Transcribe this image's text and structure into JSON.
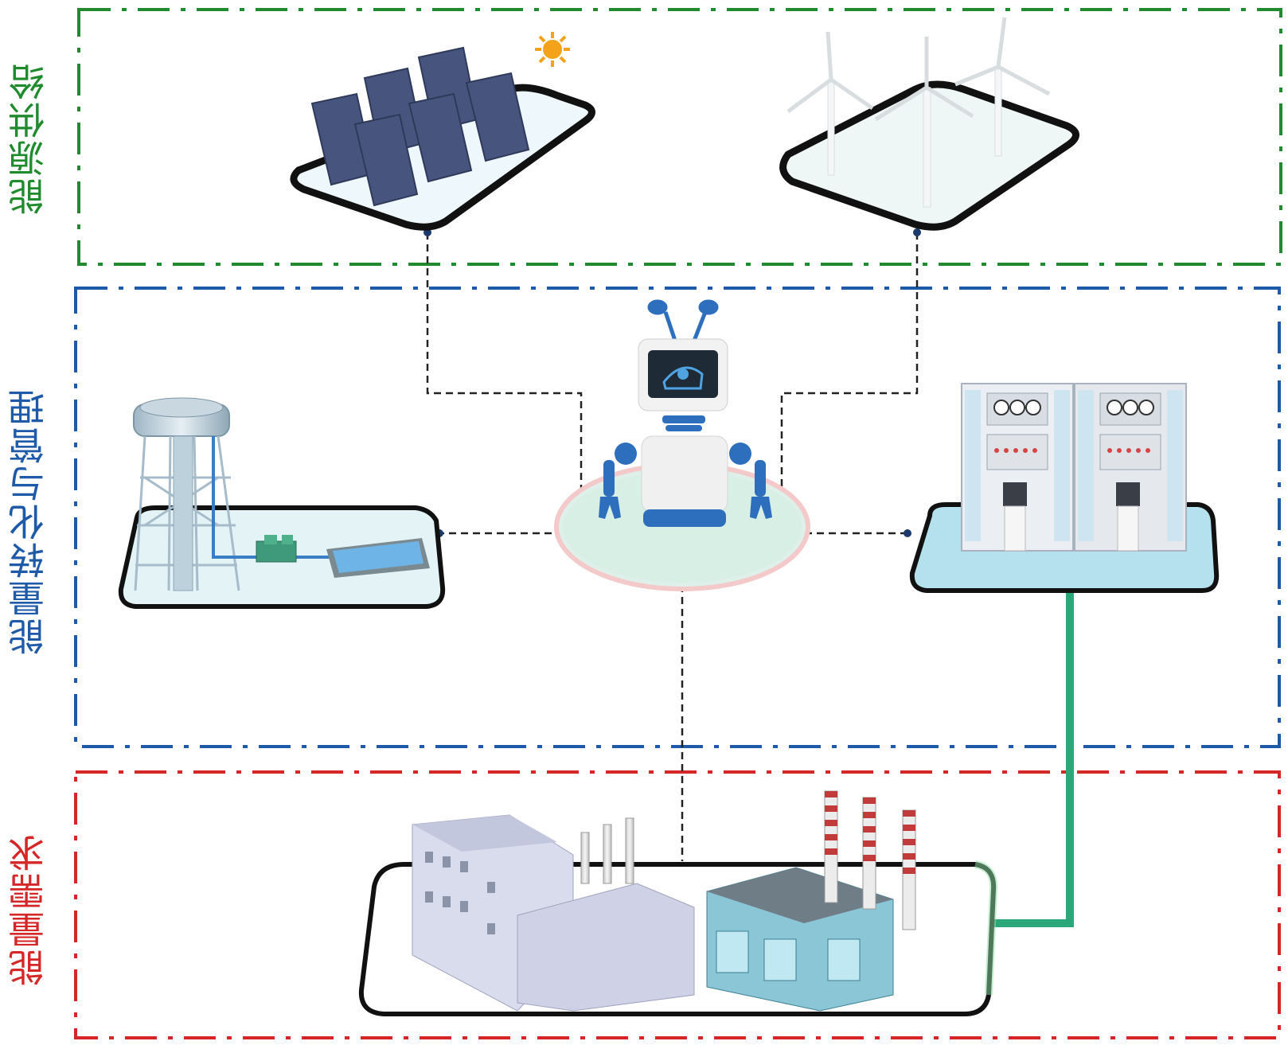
{
  "zones": {
    "supply": {
      "label": "能源供给",
      "color": "#1f8a2e"
    },
    "conversion": {
      "label": "能量转化与管理",
      "color": "#1f5aa8"
    },
    "demand": {
      "label": "能量需求",
      "color": "#d62728"
    }
  },
  "nodes": {
    "solar": "solar-farm",
    "wind": "wind-farm",
    "water_tower": "water-tower-system",
    "robot": "control-robot",
    "cabinet": "control-cabinets",
    "factory": "factory-complex"
  },
  "colors": {
    "connector_dashed": "#222222",
    "connector_power": "#2aa87a",
    "platform_edge": "#111111",
    "panel_blue": "#47557e",
    "robot_blue": "#2e6fbd"
  }
}
